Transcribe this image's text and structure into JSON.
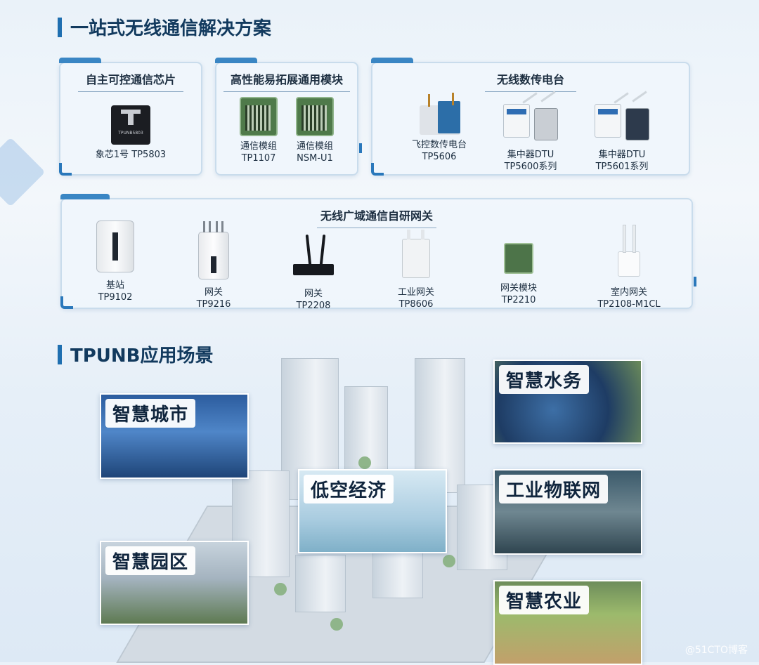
{
  "section1": {
    "title": "一站式无线通信解决方案"
  },
  "cards": {
    "chip": {
      "heading": "自主可控通信芯片",
      "chip_text": "TPUNB5803",
      "items": [
        {
          "label": "象芯1号 TP5803"
        }
      ]
    },
    "module": {
      "heading": "高性能易拓展通用模块",
      "items": [
        {
          "line1": "通信模组",
          "line2": "TP1107"
        },
        {
          "line1": "通信模组",
          "line2": "NSM-U1"
        }
      ]
    },
    "radio": {
      "heading": "无线数传电台",
      "items": [
        {
          "line1": "飞控数传电台",
          "line2": "TP5606"
        },
        {
          "line1": "集中器DTU",
          "line2": "TP5600系列"
        },
        {
          "line1": "集中器DTU",
          "line2": "TP5601系列"
        }
      ]
    },
    "gateway": {
      "heading": "无线广域通信自研网关",
      "items": [
        {
          "line1": "基站",
          "line2": "TP9102"
        },
        {
          "line1": "网关",
          "line2": "TP9216"
        },
        {
          "line1": "网关",
          "line2": "TP2208"
        },
        {
          "line1": "工业网关",
          "line2": "TP8606"
        },
        {
          "line1": "网关模块",
          "line2": "TP2210"
        },
        {
          "line1": "室内网关",
          "line2": "TP2108-M1CL"
        }
      ]
    }
  },
  "section2": {
    "title": "TPUNB应用场景"
  },
  "scenes": {
    "city": "智慧城市",
    "water": "智慧水务",
    "lowalt": "低空经济",
    "iot": "工业物联网",
    "park": "智慧园区",
    "agri": "智慧农业"
  },
  "watermark": "@51CTO博客",
  "colors": {
    "accent": "#1f6fb0",
    "title": "#123a5e"
  }
}
